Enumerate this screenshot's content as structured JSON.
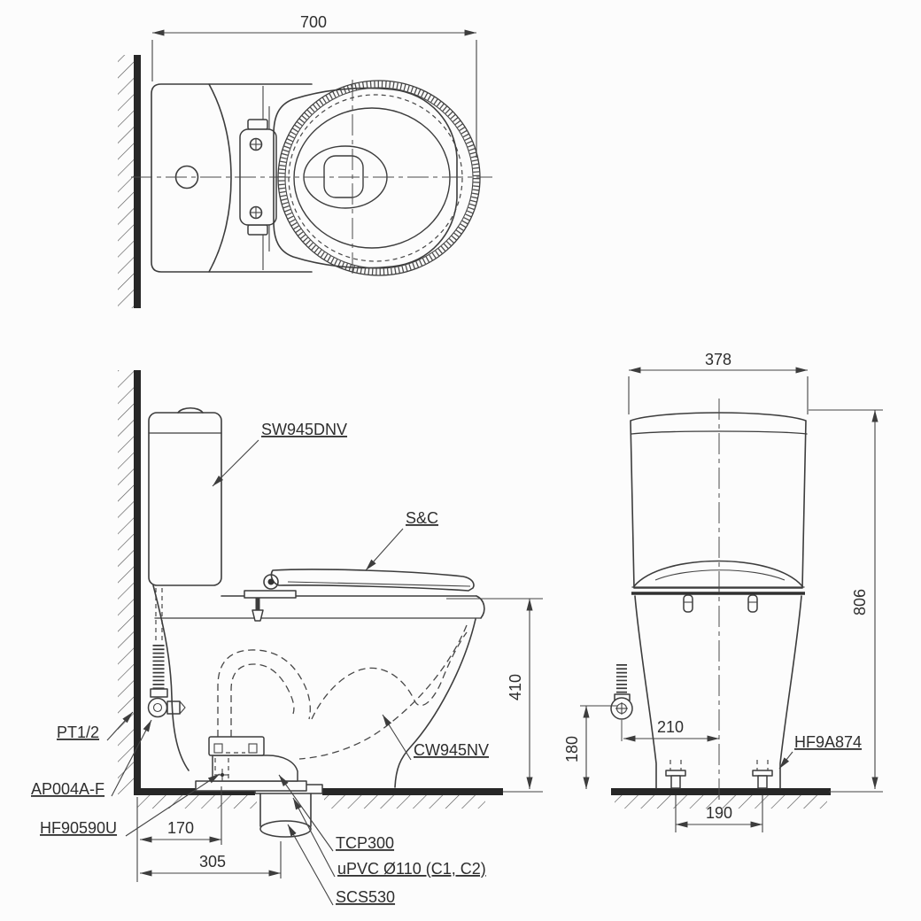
{
  "colors": {
    "line": "#3d3d3d",
    "dark_bar": "#272727",
    "text": "#2e2e2e",
    "background": "#fcfcfc"
  },
  "top_view": {
    "dim_width": "700"
  },
  "side_view": {
    "dim_height": "410",
    "dim_outlet_from_wall": "170",
    "dim_pipe_from_wall": "305",
    "labels": {
      "cistern": "SW945DNV",
      "seat": "S&C",
      "bowl": "CW945NV",
      "stop_valve": "PT1/2",
      "supply": "AP004A-F",
      "floor_fixing": "HF90590U",
      "flange": "TCP300",
      "pipe": "uPVC Ø110 (C1, C2)",
      "connector": "SCS530"
    }
  },
  "front_view": {
    "dim_width": "378",
    "dim_height": "806",
    "dim_valve_to_center": "210",
    "dim_valve_height": "180",
    "dim_bolt_spacing": "190",
    "labels": {
      "bolt_cap": "HF9A874"
    }
  }
}
